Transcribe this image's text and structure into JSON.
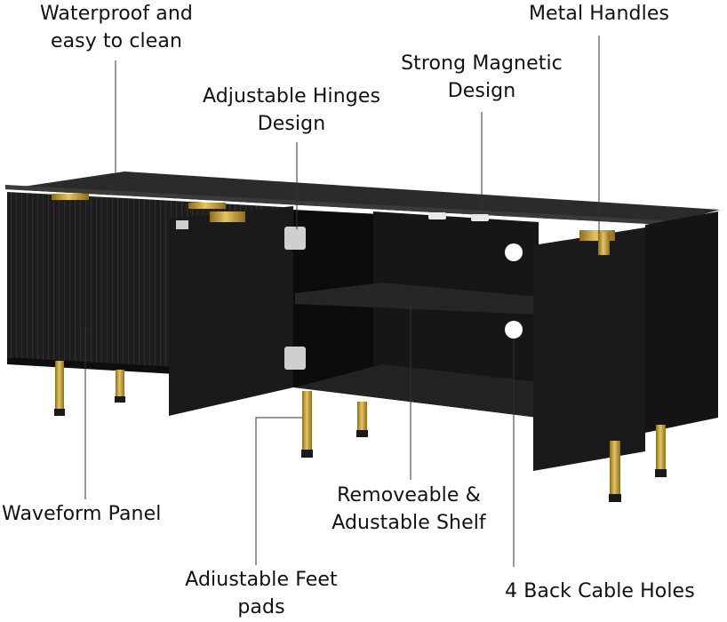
{
  "callouts": {
    "waterproof": "Waterproof and\neasy to clean",
    "metal_handles": "Metal Handles",
    "strong_magnetic": "Strong Magnetic\nDesign",
    "adjustable_hinges": "Adjustable Hinges\nDesign",
    "waveform_panel": "Waveform Panel",
    "removeable_shelf": "Removeable &\nAdustable Shelf",
    "adjustable_feet": "Adiustable Feet\npads",
    "cable_holes": "4 Back Cable Holes"
  },
  "colors": {
    "cabinet_top": "#2a2a2a",
    "cabinet_front": "#1b1b1b",
    "cabinet_dark": "#111111",
    "gold": "#c9a23a",
    "leader_line": "#333333"
  }
}
